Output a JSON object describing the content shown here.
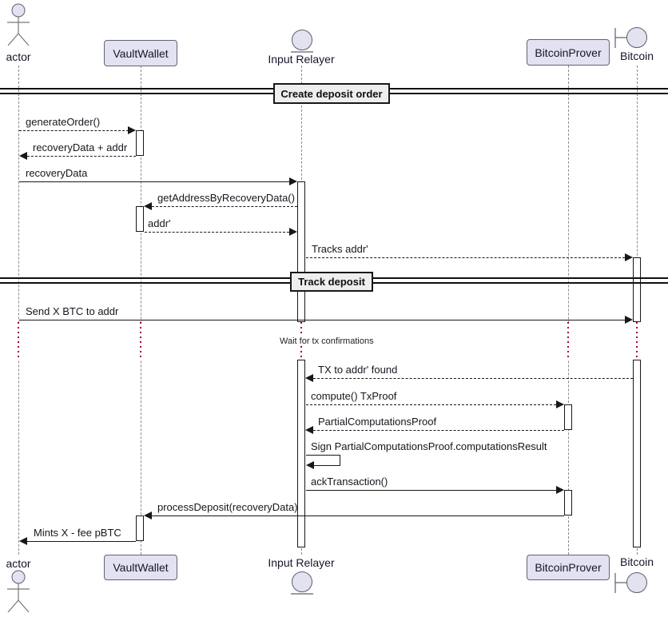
{
  "diagram": {
    "type": "sequence",
    "participants": [
      {
        "label": "actor",
        "kind": "actor"
      },
      {
        "label": "VaultWallet",
        "kind": "participant"
      },
      {
        "label": "Input Relayer",
        "kind": "entity"
      },
      {
        "label": "BitcoinProver",
        "kind": "participant"
      },
      {
        "label": "Bitcoin",
        "kind": "boundary"
      }
    ],
    "dividers": [
      {
        "label": "Create deposit order"
      },
      {
        "label": "Track deposit"
      }
    ],
    "delay": {
      "label": "Wait for tx confirmations"
    },
    "messages": [
      {
        "label": "generateOrder()",
        "from": "actor",
        "to": "VaultWallet",
        "style": "dashed"
      },
      {
        "label": "recoveryData + addr",
        "from": "VaultWallet",
        "to": "actor",
        "style": "dashed"
      },
      {
        "label": "recoveryData",
        "from": "actor",
        "to": "Input Relayer",
        "style": "solid"
      },
      {
        "label": "getAddressByRecoveryData()",
        "from": "Input Relayer",
        "to": "VaultWallet",
        "style": "dashed"
      },
      {
        "label": "addr'",
        "from": "VaultWallet",
        "to": "Input Relayer",
        "style": "dashed"
      },
      {
        "label": "Tracks addr'",
        "from": "Input Relayer",
        "to": "Bitcoin",
        "style": "dashed"
      },
      {
        "label": "Send X BTC to addr",
        "from": "actor",
        "to": "Bitcoin",
        "style": "solid"
      },
      {
        "label": "TX to addr' found",
        "from": "Bitcoin",
        "to": "Input Relayer",
        "style": "dashed"
      },
      {
        "label": "compute() TxProof",
        "from": "Input Relayer",
        "to": "BitcoinProver",
        "style": "dashed"
      },
      {
        "label": "PartialComputationsProof",
        "from": "BitcoinProver",
        "to": "Input Relayer",
        "style": "dashed"
      },
      {
        "label": "Sign PartialComputationsProof.computationsResult",
        "from": "Input Relayer",
        "to": "Input Relayer",
        "style": "solid"
      },
      {
        "label": "ackTransaction()",
        "from": "Input Relayer",
        "to": "BitcoinProver",
        "style": "solid"
      },
      {
        "label": "processDeposit(recoveryData)",
        "from": "BitcoinProver",
        "to": "VaultWallet",
        "style": "solid"
      },
      {
        "label": "Mints X - fee pBTC",
        "from": "VaultWallet",
        "to": "actor",
        "style": "solid"
      }
    ],
    "colors": {
      "participant_fill": "#E2E2F0",
      "participant_border": "#62627A",
      "divider_fill": "#EEEEEE",
      "line": "#181818",
      "lifeline": "#8A8A8A",
      "delay_dot": "#A80036"
    }
  }
}
